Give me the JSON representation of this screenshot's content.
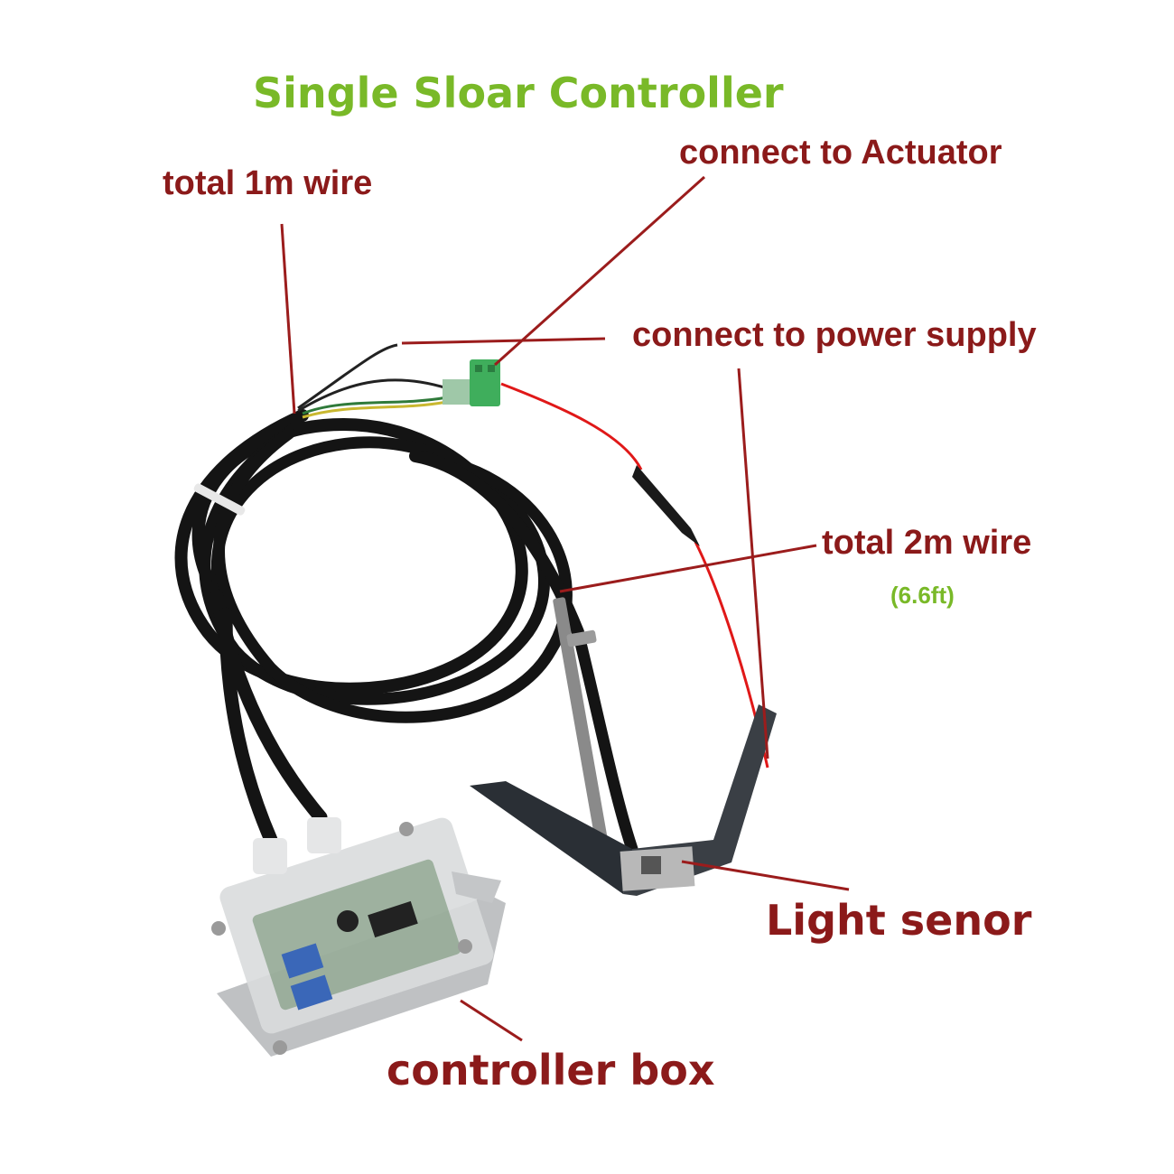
{
  "title": "Single Sloar Controller",
  "labels": {
    "wire_1m": "total 1m wire",
    "actuator": "connect to Actuator",
    "power": "connect to power supply",
    "wire_2m": "total 2m wire",
    "wire_2m_ft": "(6.6ft)",
    "sensor": "Light senor",
    "box": "controller box"
  },
  "colors": {
    "title_green": "#79b928",
    "label_dark_red": "#8b1a1a",
    "pointer_line": "#9b1c1c",
    "cable_black": "#141414",
    "red_wire": "#e01818",
    "terminal_green": "#3fae5c",
    "box_gray": "#c9cbcd"
  }
}
